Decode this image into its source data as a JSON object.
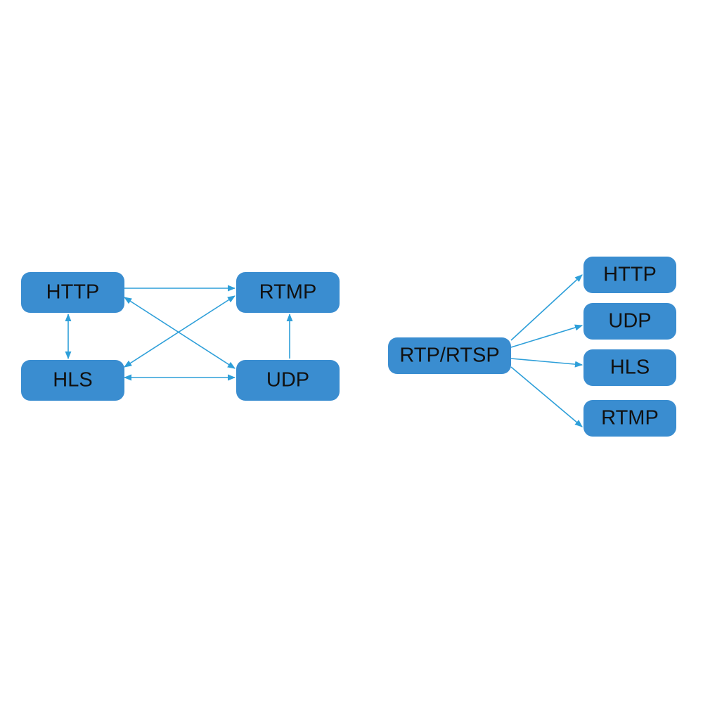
{
  "colors": {
    "node_fill": "#3a8dd0",
    "edge": "#2e9fd9",
    "text": "#111111",
    "background": "#ffffff"
  },
  "diagrams": [
    {
      "id": "left",
      "nodes": [
        {
          "id": "http",
          "label": "HTTP"
        },
        {
          "id": "rtmp",
          "label": "RTMP"
        },
        {
          "id": "hls",
          "label": "HLS"
        },
        {
          "id": "udp",
          "label": "UDP"
        }
      ],
      "edges": [
        {
          "from": "http",
          "to": "rtmp",
          "direction": "forward"
        },
        {
          "from": "http",
          "to": "hls",
          "direction": "both"
        },
        {
          "from": "http",
          "to": "udp",
          "direction": "both"
        },
        {
          "from": "hls",
          "to": "rtmp",
          "direction": "both"
        },
        {
          "from": "hls",
          "to": "udp",
          "direction": "both"
        },
        {
          "from": "udp",
          "to": "rtmp",
          "direction": "forward"
        }
      ]
    },
    {
      "id": "right",
      "nodes": [
        {
          "id": "rtp",
          "label": "RTP/RTSP"
        },
        {
          "id": "http2",
          "label": "HTTP"
        },
        {
          "id": "udp2",
          "label": "UDP"
        },
        {
          "id": "hls2",
          "label": "HLS"
        },
        {
          "id": "rtmp2",
          "label": "RTMP"
        }
      ],
      "edges": [
        {
          "from": "rtp",
          "to": "http2",
          "direction": "forward"
        },
        {
          "from": "rtp",
          "to": "udp2",
          "direction": "forward"
        },
        {
          "from": "rtp",
          "to": "hls2",
          "direction": "forward"
        },
        {
          "from": "rtp",
          "to": "rtmp2",
          "direction": "forward"
        }
      ]
    }
  ]
}
